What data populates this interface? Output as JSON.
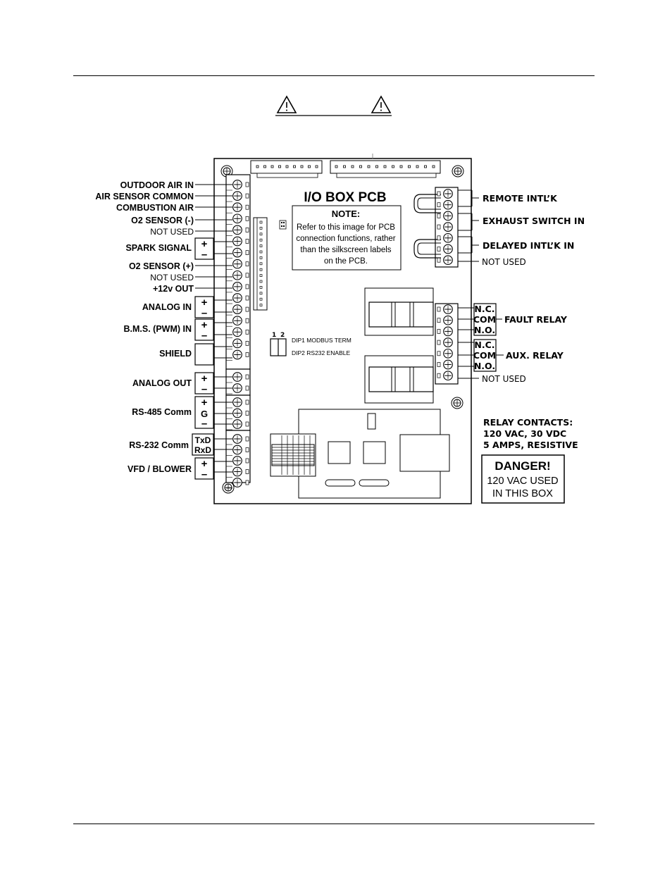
{
  "title": "I/O BOX PCB",
  "note": {
    "heading": "NOTE:",
    "lines": [
      "Refer to this image for PCB",
      "connection functions, rather",
      "than the silkscreen labels",
      "on the PCB."
    ]
  },
  "left_labels": [
    "OUTDOOR AIR IN",
    "AIR SENSOR COMMON",
    "COMBUSTION AIR",
    "O2 SENSOR (-)",
    "NOT USED",
    "SPARK SIGNAL",
    "O2 SENSOR (+)",
    "NOT USED",
    "+12v OUT",
    "ANALOG IN",
    "B.M.S. (PWM) IN",
    "SHIELD",
    "ANALOG OUT",
    "RS-485 Comm",
    "RS-232 Comm",
    "VFD / BLOWER"
  ],
  "polarity": {
    "plus": "+",
    "minus": "–",
    "g": "G",
    "txd": "TxD",
    "rxd": "RxD"
  },
  "right_labels": {
    "remote": "REMOTE INTL’K",
    "exhaust": "EXHAUST SWITCH IN",
    "delayed": "DELAYED INTL’K IN",
    "not_used_top": "NOT USED",
    "fault_relay": "FAULT RELAY",
    "aux_relay": "AUX. RELAY",
    "not_used_bottom": "NOT USED",
    "nc": "N.C.",
    "com": "COM",
    "no": "N.O."
  },
  "dip": {
    "num1": "1",
    "num2": "2",
    "line1": "DIP1 MODBUS TERM",
    "line2": "DIP2 RS232 ENABLE"
  },
  "relay_contacts": [
    "RELAY CONTACTS:",
    "120 VAC, 30 VDC",
    "5 AMPS, RESISTIVE"
  ],
  "danger": [
    "DANGER!",
    "120 VAC USED",
    "IN THIS BOX"
  ],
  "icons": [
    "warning-triangle-icon",
    "screw-terminal-icon",
    "mounting-hole-icon"
  ]
}
